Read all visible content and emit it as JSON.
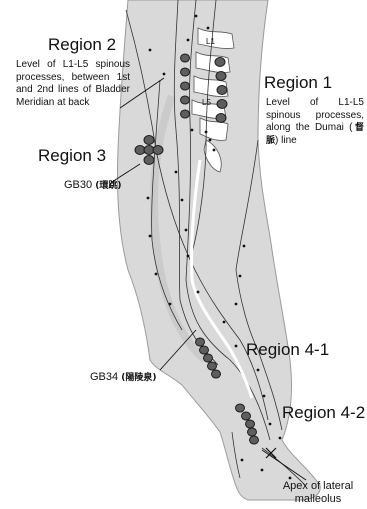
{
  "labels": {
    "region_2": "Region 2",
    "region_2_desc": "Level of L1-L5 spinous processes, between 1st and 2nd lines of Bladder Meridian at back",
    "region_1": "Region 1",
    "region_1_desc_pre": "Level of L1-L5 spinous processes, along the Dumai (",
    "region_1_cjk": "督脈",
    "region_1_desc_post": ") line",
    "region_3": "Region 3",
    "gb30_code": "GB30",
    "gb30_cjk": "環跳",
    "gb34_code": "GB34",
    "gb34_cjk": "陽陵泉",
    "region_4_1": "Region 4-1",
    "region_4_2": "Region 4-2",
    "apex_label": "Apex of lateral malleolus"
  },
  "vertebrae": {
    "top": "L1",
    "bottom": "L5"
  },
  "colors": {
    "limb": "#d9d9d9",
    "outline": "#9a9a9a",
    "vertebra": "#ffffff",
    "spot": "#5e5e5e",
    "spot_border": "#1c1c1c",
    "point": "#111111",
    "line": "#333333"
  }
}
